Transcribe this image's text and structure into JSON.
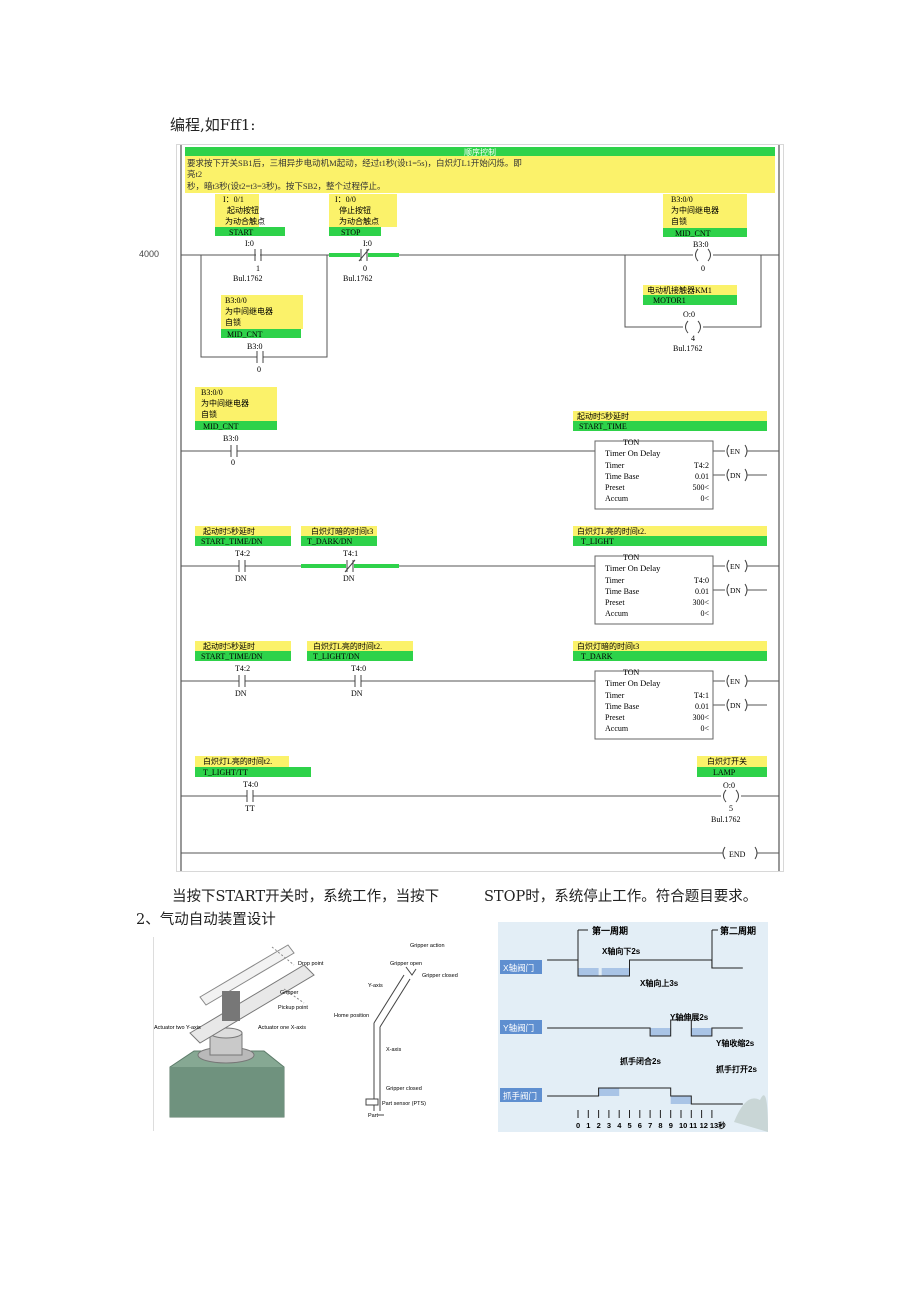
{
  "intro": "编程,如Fff1:",
  "side_number": "4000",
  "ladder": {
    "header_title": "顺序控制",
    "requirement_line1": "要求按下开关SB1后，三相异步电动机M起动，经过t1秒(设t1=5s)，白炽灯L1开始闪烁。即",
    "requirement_line2": "亮t2",
    "requirement_line3": "秒，暗t3秒(设t2=t3=3秒)。按下SB2，整个过程停止。",
    "rung1": {
      "start_addr": "I：0/1",
      "start_desc1": "起动按钮",
      "start_desc2": "为动合触点",
      "start_tag": "START",
      "start_io": "I:0",
      "start_bit": "1",
      "start_mod": "Bul.1762",
      "stop_addr": "I：0/0",
      "stop_desc1": "停止按钮",
      "stop_desc2": "为动合触点",
      "stop_tag": "STOP",
      "stop_io": "I:0",
      "stop_bit": "0",
      "stop_mod": "Bul.1762",
      "mid_addr": "B3:0/0",
      "mid_desc1": "为中间继电器",
      "mid_desc2": "自锁",
      "mid_tag": "MID_CNT",
      "mid_io": "B3:0",
      "mid_bit": "0",
      "coil1_addr": "B3:0/0",
      "coil1_desc1": "为中间继电器",
      "coil1_desc2": "自锁",
      "coil1_tag": "MID_CNT",
      "coil1_io": "B3:0",
      "coil1_bit": "0",
      "coil2_desc": "电动机接触器KM1",
      "coil2_tag": "MOTOR1",
      "coil2_io": "O:0",
      "coil2_bit": "4",
      "coil2_mod": "Bul.1762"
    },
    "rung2": {
      "c_addr": "B3:0/0",
      "c_desc1": "为中间继电器",
      "c_desc2": "自锁",
      "c_tag": "MID_CNT",
      "c_io": "B3:0",
      "c_bit": "0",
      "t_desc": "起动时5秒延时",
      "t_tag": "START_TIME",
      "t_timer": "T4:2",
      "t_base": "0.01",
      "t_preset": "500<",
      "t_accum": "0<"
    },
    "rung3": {
      "c1_desc": "起动时5秒延时",
      "c1_tag": "START_TIME/DN",
      "c1_io": "T4:2",
      "c1_bit": "DN",
      "c2_desc": "白炽灯暗的时间t3",
      "c2_tag": "T_DARK/DN",
      "c2_io": "T4:1",
      "c2_bit": "DN",
      "t_desc": "白炽灯L亮的时间t2.",
      "t_tag": "T_LIGHT",
      "t_timer": "T4:0",
      "t_base": "0.01",
      "t_preset": "300<",
      "t_accum": "0<"
    },
    "rung4": {
      "c1_desc": "起动时5秒延时",
      "c1_tag": "START_TIME/DN",
      "c1_io": "T4:2",
      "c1_bit": "DN",
      "c2_desc": "白炽灯L亮的时间t2.",
      "c2_tag": "T_LIGHT/DN",
      "c2_io": "T4:0",
      "c2_bit": "DN",
      "t_desc": "白炽灯暗的时间t3",
      "t_tag": "T_DARK",
      "t_timer": "T4:1",
      "t_base": "0.01",
      "t_preset": "300<",
      "t_accum": "0<"
    },
    "rung5": {
      "c_desc": "白炽灯L亮的时间t2.",
      "c_tag": "T_LIGHT/TT",
      "c_io": "T4:0",
      "c_bit": "TT",
      "coil_desc": "白炽灯开关",
      "coil_tag": "LAMP",
      "coil_io": "O:0",
      "coil_bit": "5",
      "coil_mod": "Bul.1762"
    },
    "timer_block": {
      "title": "TON",
      "name": "Timer On Delay",
      "l_timer": "Timer",
      "l_base": "Time Base",
      "l_preset": "Preset",
      "l_accum": "Accum",
      "en": "EN",
      "dn": "DN"
    },
    "end_label": "END"
  },
  "sentence": {
    "part1": "当按下START开关时，系统工作，当按下",
    "part2": "STOP时，系统停止工作。符合题目要求。"
  },
  "section_heading": "2、气动自动装置设计",
  "gripper_figure": {
    "gripper_action": "Gripper action",
    "gripper_open": "Gripper open",
    "gripper_closed": "Gripper closed",
    "y_axis": "Y-axis",
    "x_axis": "X-axis",
    "home_position": "Home position",
    "gripper_closed_bottom": "Gripper closed",
    "part_sensor": "Part sensor (PTS)",
    "part": "Part",
    "drop_point": "Drop point",
    "gripper": "Gripper",
    "pickup_point": "Pickup point",
    "actuator_two": "Actuator two Y-axis",
    "actuator_one": "Actuator one X-axis"
  },
  "timing_figure": {
    "cycle1": "第一周期",
    "cycle2": "第二周期",
    "x_valve": "X轴阀门",
    "y_valve": "Y轴阀门",
    "grip_valve": "抓手阀门",
    "x_down": "X轴向下2s",
    "x_up": "X轴向上3s",
    "y_extend": "Y轴伸展2s",
    "y_retract": "Y轴收缩2s",
    "grip_close": "抓手闭合2s",
    "grip_open": "抓手打开2s",
    "ticks": [
      "0",
      "1",
      "2",
      "3",
      "4",
      "5",
      "6",
      "7",
      "8",
      "9",
      "10",
      "11",
      "12",
      "13秒"
    ]
  }
}
